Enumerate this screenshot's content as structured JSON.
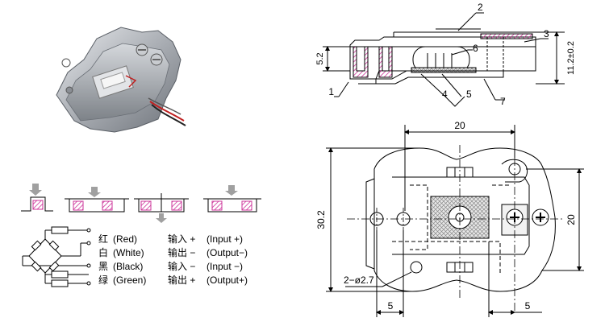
{
  "side_view": {
    "callouts": [
      "1",
      "2",
      "3",
      "4",
      "5",
      "6",
      "7"
    ],
    "dim_height_left": "5.2",
    "dim_height_right": "11.2±0.2"
  },
  "top_view": {
    "dim_width_top": "20",
    "dim_height_left": "30.2",
    "dim_height_right": "20",
    "dim_bottom_left": "5",
    "dim_bottom_right": "5",
    "hole_label": "2−ø2.7"
  },
  "wiring": [
    {
      "color_cn": "红",
      "color_en": "(Red)",
      "func_cn": "输入 +",
      "func_en": "(Input  +)"
    },
    {
      "color_cn": "白",
      "color_en": "(White)",
      "func_cn": "输出 −",
      "func_en": "(Output−)"
    },
    {
      "color_cn": "黑",
      "color_en": "(Black)",
      "func_cn": "输入 −",
      "func_en": "(Input −)"
    },
    {
      "color_cn": "绿",
      "color_en": "(Green)",
      "func_cn": "输出 +",
      "func_en": "(Output+)"
    }
  ],
  "colors": {
    "hatch": "#cc3399",
    "line": "#000000",
    "photo_metal": "#b9bcc2",
    "arrow_gray": "#a0a0a0"
  }
}
